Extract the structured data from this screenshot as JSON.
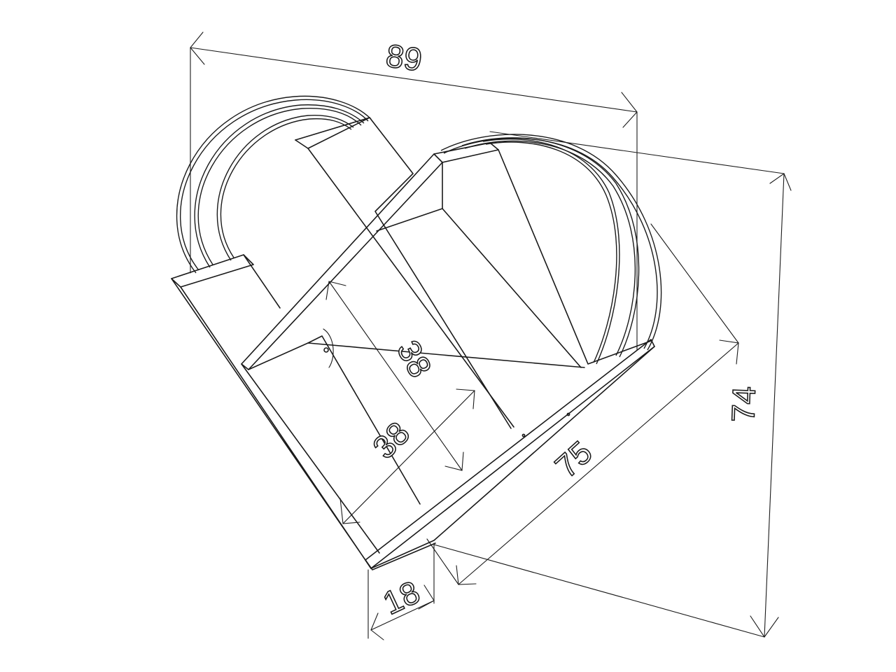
{
  "dimensions": {
    "overall_width": "89",
    "overall_height": "74",
    "depth": "75",
    "inner_width": "38",
    "inner_height": "38",
    "board_thickness": "18"
  }
}
